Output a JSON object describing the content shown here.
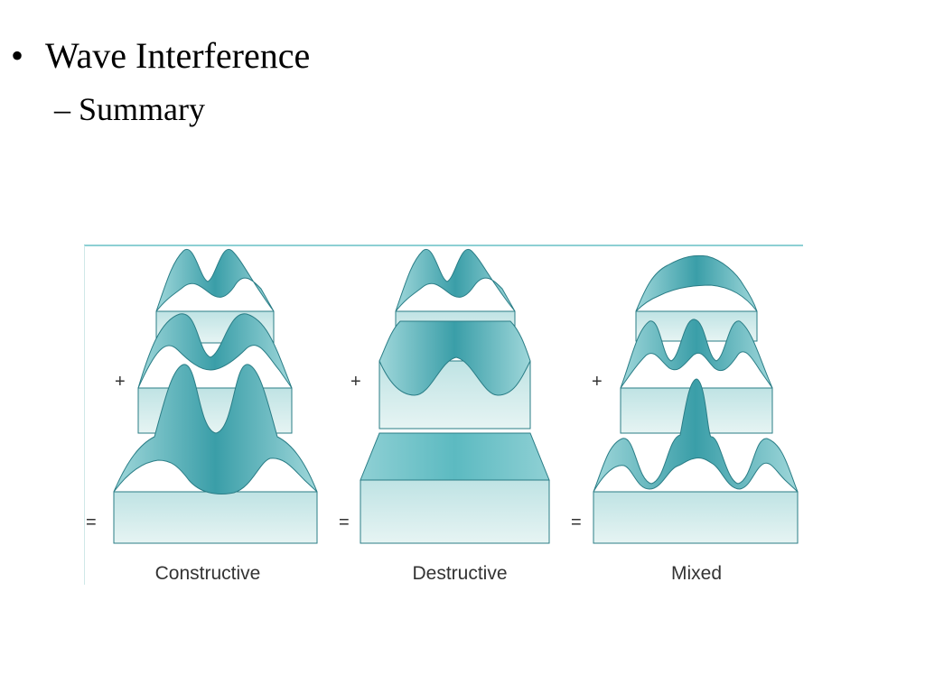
{
  "slide": {
    "bullet": "•",
    "title": "Wave Interference",
    "subtitle": "– Summary"
  },
  "figure": {
    "panels": [
      {
        "caption": "Constructive",
        "ops": [
          "+",
          "="
        ]
      },
      {
        "caption": "Destructive",
        "ops": [
          "+",
          "="
        ]
      },
      {
        "caption": "Mixed",
        "ops": [
          "+",
          "="
        ]
      }
    ],
    "colors": {
      "wave_dark": "#3a9ea8",
      "wave_mid": "#6cc3c9",
      "wave_light": "#bfe3e4",
      "block_face": "#d6ecea",
      "edge": "#2a7d86",
      "top_rule": "#49b5bb"
    }
  }
}
